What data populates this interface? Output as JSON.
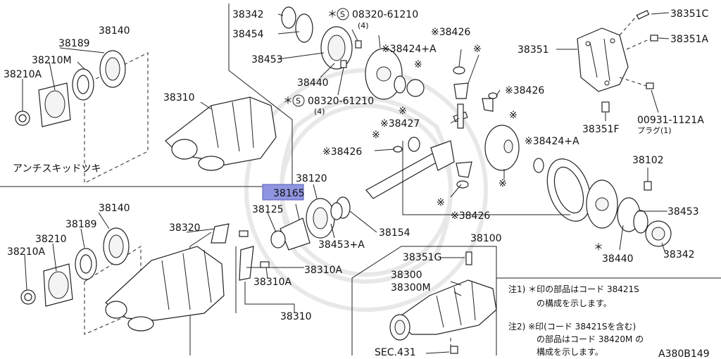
{
  "labels": {
    "p38342_top": "38342",
    "p38454": "38454",
    "p38453_top": "38453",
    "p38440_top": "38440",
    "bolt_top_code": "08320-61210",
    "bolt_top_qty": "(4)",
    "bolt_mid_code": "08320-61210",
    "bolt_mid_qty": "(4)",
    "p38426_a": "※38426",
    "p38424a_top": "※38424+A",
    "p38426_b": "※38426",
    "p38427": "※38427",
    "p38426_c": "※38426",
    "p38424a_mid": "※38424+A",
    "p38426_d": "※38426",
    "p38351": "38351",
    "p38351c": "38351C",
    "p38351a": "38351A",
    "p38351f": "38351F",
    "plug_code": "00931-1121A",
    "plug_name": "プラグ(1)",
    "p38102": "38102",
    "p38120": "38120",
    "p38165": "38165",
    "p38125": "38125",
    "p38154": "38154",
    "p38453a": "38453+A",
    "p38100": "38100",
    "p38453_right": "38453",
    "p38440_right": "38440",
    "p38342_right": "38342",
    "p38140_top": "38140",
    "p38189_top": "38189",
    "p38210m": "38210M",
    "p38210a_top": "38210A",
    "p38310_top": "38310",
    "anti_skid": "アンチスキッドツキ",
    "p38140_bot": "38140",
    "p38189_bot": "38189",
    "p38210": "38210",
    "p38210a_bot": "38210A",
    "p38320": "38320",
    "p38310a_1": "38310A",
    "p38310a_2": "38310A",
    "p38310_bot": "38310",
    "p38351g": "38351G",
    "p38300": "38300",
    "p38300m": "38300M",
    "sec431": "SEC.431",
    "note1_a": "注1) ＊印の部品はコード 38421S",
    "note1_b": "の構成を示します。",
    "note2_a": "注2) ※印(コード 38421Sを含む)",
    "note2_b": "の部品はコード 38420M の",
    "note2_c": "構成を示します。",
    "ref_code": "A380B149",
    "star": "＊",
    "s_mark": "S"
  },
  "colors": {
    "highlight": "#8f95e0",
    "line": "#222222"
  }
}
